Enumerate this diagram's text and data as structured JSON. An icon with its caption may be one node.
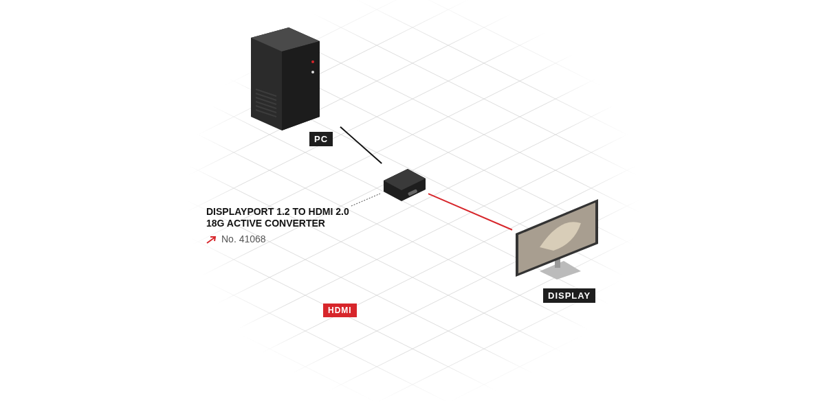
{
  "diagram": {
    "nodes": [
      {
        "text": [
          "PC"
        ]
      },
      {
        "text": [],
        "shape": "picture"
      },
      {
        "text": [
          "DISPLAY"
        ]
      },
      {
        "text": [
          "DISPLAYPORT 1.2 TO HDMI 2.0 18G ACTIVE CONVERTER",
          "No. 41068"
        ]
      }
    ],
    "edges": [
      {
        "from": 0,
        "to": 1,
        "arrow": "none"
      },
      {
        "from": 1,
        "to": 2,
        "arrow": "none",
        "color": "#d7262b"
      },
      {
        "from": 3,
        "to": 1,
        "arrow": "none",
        "style": "dashed"
      }
    ],
    "legend": [
      {
        "text": "HDMI",
        "color": "#d7262b"
      }
    ]
  }
}
